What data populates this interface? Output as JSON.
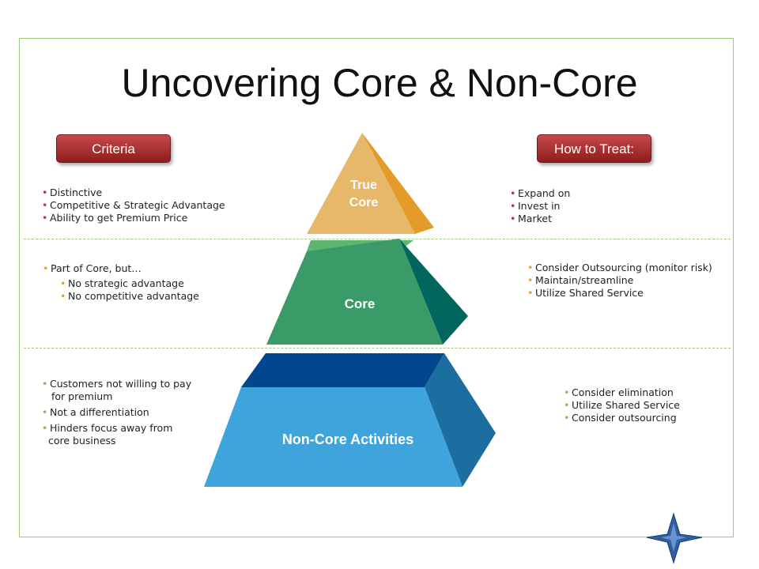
{
  "title": "Uncovering Core & Non-Core",
  "criteria_label": "Criteria",
  "treat_label": "How to Treat:",
  "tiers": {
    "true_core": {
      "label_line1": "True",
      "label_line2": "Core",
      "criteria": [
        "Distinctive",
        "Competitive & Strategic Advantage",
        "Ability to get Premium Price"
      ],
      "treatment": [
        "Expand on",
        "Invest in",
        "Market"
      ]
    },
    "core": {
      "label": "Core",
      "criteria_lead": "Part of Core, but…",
      "criteria_sub": [
        "No strategic advantage",
        "No competitive advantage"
      ],
      "treatment": [
        "Consider Outsourcing (monitor risk)",
        "Maintain/streamline",
        "Utilize Shared Service"
      ]
    },
    "non_core": {
      "label": "Non-Core Activities",
      "criteria": [
        {
          "line1": "Customers not willing to pay",
          "line2": "for premium"
        },
        {
          "line1": "Not a differentiation",
          "line2": ""
        },
        {
          "line1": "Hinders focus away from",
          "line2": "core business"
        }
      ],
      "treatment": [
        "Consider elimination",
        "Utilize Shared Service",
        "Consider outsourcing"
      ]
    }
  },
  "colors": {
    "true_core_front": "#e8b86a",
    "true_core_side": "#e39c2a",
    "core_front": "#3a9a68",
    "core_top": "#5db56f",
    "core_side": "#00665e",
    "non_core_front": "#3fa3dc",
    "non_core_top": "#00478e",
    "non_core_side": "#1c6ea0",
    "badge": "#a52a2a",
    "frame": "#9fc97a"
  },
  "icons": {
    "logo": "compass-star-icon"
  }
}
